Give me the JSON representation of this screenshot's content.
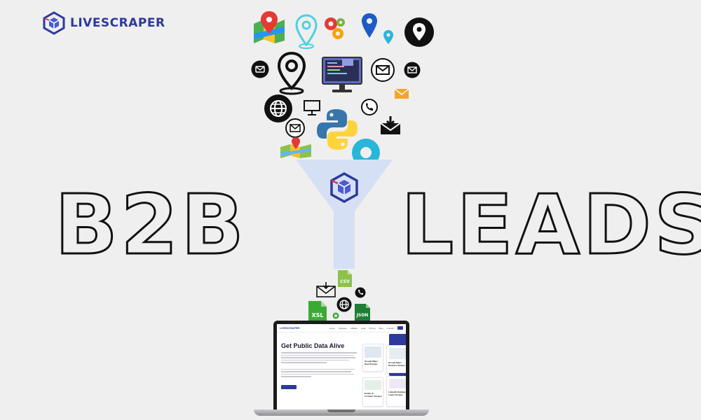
{
  "brand": {
    "name": "LIVESCRAPER",
    "color": "#2c3a9e"
  },
  "headline": {
    "left_word": "B2B",
    "right_word": "LEADS"
  },
  "file_badges": {
    "csv": "CSV",
    "xsl": "XSL",
    "json": "JSON"
  },
  "website": {
    "brand": "LIVESCRAPER",
    "nav": [
      "Home",
      "Scrapers",
      "Affiliate",
      "Lead",
      "Pricing",
      "Blog",
      "Contact"
    ],
    "hero_title": "Get Public Data Alive",
    "cards": [
      "Google Maps Data Scraper",
      "Google Maps Reviews Scraper",
      "Emails & Contacts Scraper",
      "LinkedIn Database Leads Scraper"
    ]
  },
  "colors": {
    "background": "#efefef",
    "funnel": "#d5e0f5",
    "accent_blue": "#2c3a9e",
    "cyan": "#29b6d8",
    "green": "#3aaa35",
    "orange": "#f5a623"
  },
  "icons": [
    "map-pin-icon",
    "location-pin-icon",
    "gears-icon",
    "email-icon",
    "globe-icon",
    "monitor-icon",
    "phone-icon",
    "python-logo-icon",
    "inbox-icon",
    "csv-file-icon",
    "xsl-file-icon",
    "json-file-icon"
  ]
}
